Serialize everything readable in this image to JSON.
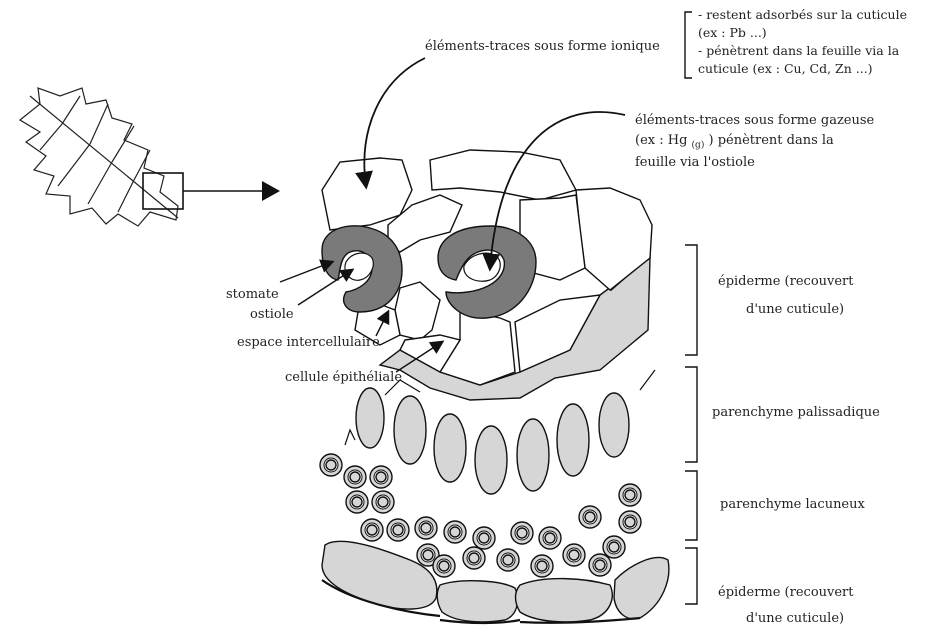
{
  "labels": {
    "ionic": "éléments-traces sous forme ionique",
    "ionic_detail_1": "- restent adsorbés sur la cuticule",
    "ionic_detail_2": "(ex : Pb ...)",
    "ionic_detail_3": "- pénètrent dans la feuille via la",
    "ionic_detail_4": "cuticule (ex : Cu, Cd, Zn ...)",
    "gas_1": "éléments-traces sous forme gazeuse",
    "gas_2_pre": "(ex : Hg",
    "gas_2_sub": "(g)",
    "gas_2_post": ") pénètrent dans la",
    "gas_3": "feuille via l'ostiole",
    "stomate": "stomate",
    "ostiole": "ostiole",
    "espace": "espace intercellulaire",
    "cellule": "cellule épithéliale",
    "epiderme_top_1": "épiderme (recouvert",
    "epiderme_top_2": "d'une cuticule)",
    "palissadique": "parenchyme palissadique",
    "lacuneux": "parenchyme lacuneux",
    "epiderme_bottom_1": "épiderme (recouvert",
    "epiderme_bottom_2": "d'une cuticule)"
  },
  "colors": {
    "stomate_fill": "#7a7a7a",
    "cell_fill": "#d6d6d6",
    "outline": "#111111"
  }
}
